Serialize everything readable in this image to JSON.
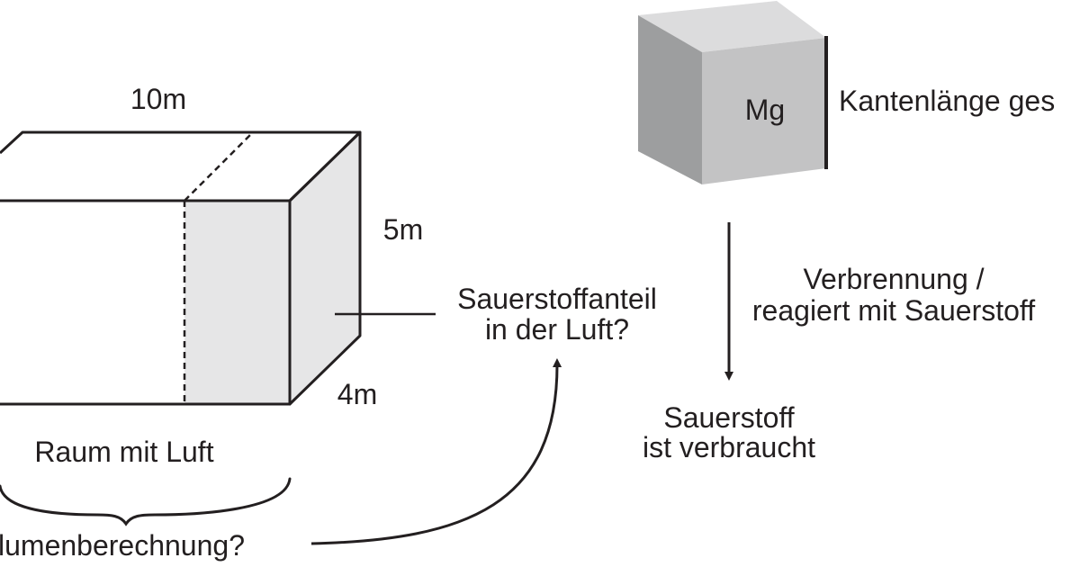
{
  "room": {
    "length_label": "10m",
    "height_label": "5m",
    "depth_label": "4m",
    "caption": "Raum mit Luft",
    "volume_question": "lumenberechnung?",
    "oxygen_question_line1": "Sauerstoffanteil",
    "oxygen_question_line2": "in der Luft?"
  },
  "cube": {
    "element_label": "Mg",
    "edge_label": "Kantenlänge ges"
  },
  "reaction": {
    "process_line1": "Verbrennung /",
    "process_line2": "reagiert mit Sauerstoff",
    "result_line1": "Sauerstoff",
    "result_line2": "ist verbraucht"
  },
  "colors": {
    "ink": "#231f20",
    "room_shade": "#e6e6e7",
    "cube_front": "#c3c3c4",
    "cube_top": "#dcdcdd",
    "cube_side": "#9d9e9f"
  }
}
